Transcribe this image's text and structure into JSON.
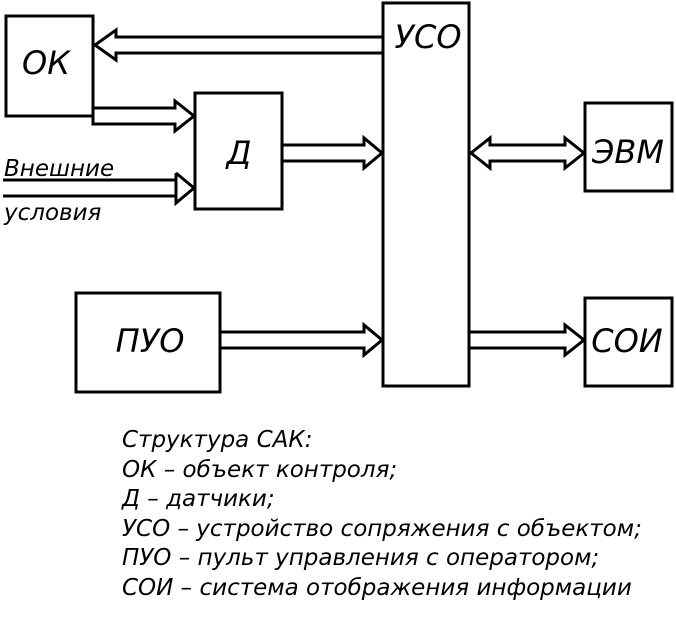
{
  "blocks": {
    "ok": "ОК",
    "d": "Д",
    "uso": "УСО",
    "evm": "ЭВМ",
    "puo": "ПУО",
    "soi": "СОИ"
  },
  "external_inputs": {
    "line1": "Внешние",
    "line2": "условия"
  },
  "legend": {
    "title": "Структура САК:",
    "items": [
      "ОК – объект контроля;",
      "Д – датчики;",
      "УСО – устройство сопряжения с объектом;",
      "ПУО – пульт управления с оператором;",
      "СОИ – система отображения информации"
    ]
  }
}
